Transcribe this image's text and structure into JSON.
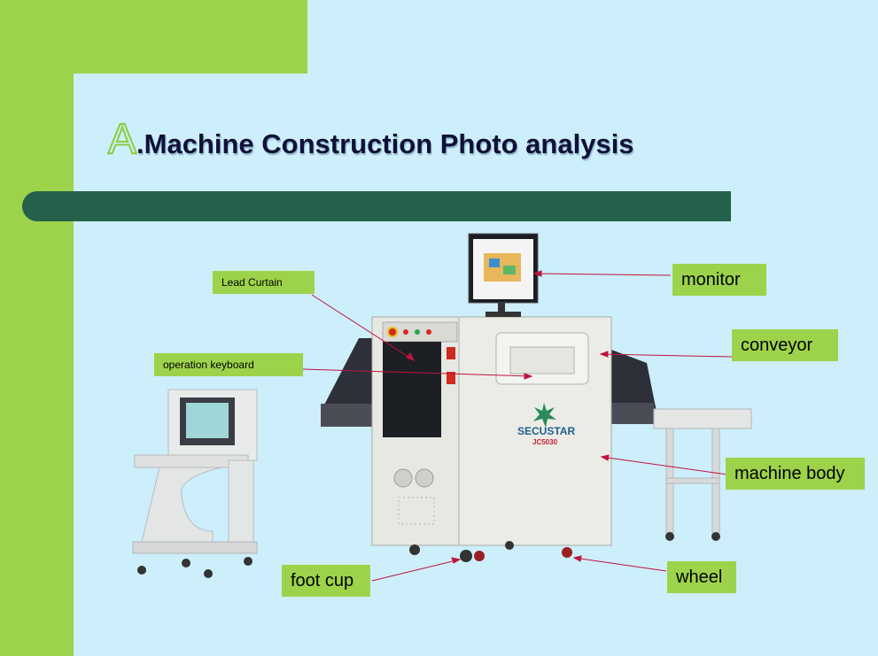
{
  "title": {
    "letter": "A",
    "text": ".Machine Construction Photo analysis"
  },
  "labels": {
    "lead_curtain": "Lead Curtain",
    "operation_keyboard": "operation keyboard",
    "monitor": "monitor",
    "conveyor": "conveyor",
    "machine_body": "machine body",
    "foot_cup": "foot cup",
    "wheel": "wheel"
  },
  "machine": {
    "brand": "SECUSTAR",
    "model": "JC5030"
  },
  "colors": {
    "green": "#9dd34a",
    "dark_bar": "#24604a",
    "background": "#cdeefb",
    "arrow": "#c0143c",
    "title_text": "#101038"
  }
}
